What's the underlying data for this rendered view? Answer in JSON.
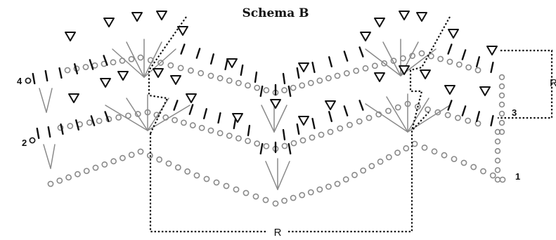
{
  "diagram": {
    "title": "Schema B",
    "repeat_label": "R",
    "row_labels": {
      "row1": "1",
      "row2": "2",
      "row3": "3",
      "row4": "4"
    }
  }
}
